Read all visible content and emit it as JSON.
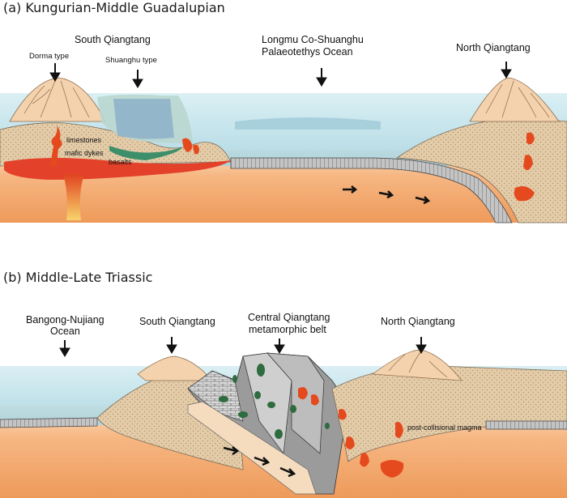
{
  "panel_a": {
    "title": "(a) Kungurian-Middle Guadalupian",
    "labels": {
      "south_qiangtang": "South Qiangtang",
      "dorma_type": "Dorma type",
      "shuanghu_type": "Shuanghu type",
      "ocean_line1": "Longmu Co-Shuanghu",
      "ocean_line2": "Palaeotethys  Ocean",
      "north_qiangtang": "North Qiangtang",
      "limestones": "limestones",
      "mafic_dykes": "mafic dykes",
      "basalts": "basalts"
    }
  },
  "panel_b": {
    "title": "(b) Middle-Late Triassic",
    "labels": {
      "bangong_line1": "Bangong-Nujiang",
      "bangong_line2": "Ocean",
      "south_qiangtang": "South Qiangtang",
      "central_line1": "Central Qiangtang",
      "central_line2": "metamorphic belt",
      "north_qiangtang": "North Qiangtang",
      "magma": "post-collisional magma"
    }
  },
  "colors": {
    "sea": "#b8dde6",
    "mantle": "#f0a870",
    "crust": "#e2c9a6",
    "mountain": "#f6d4b0",
    "magma": "#e8542a",
    "slab": "#b8b8b8"
  }
}
